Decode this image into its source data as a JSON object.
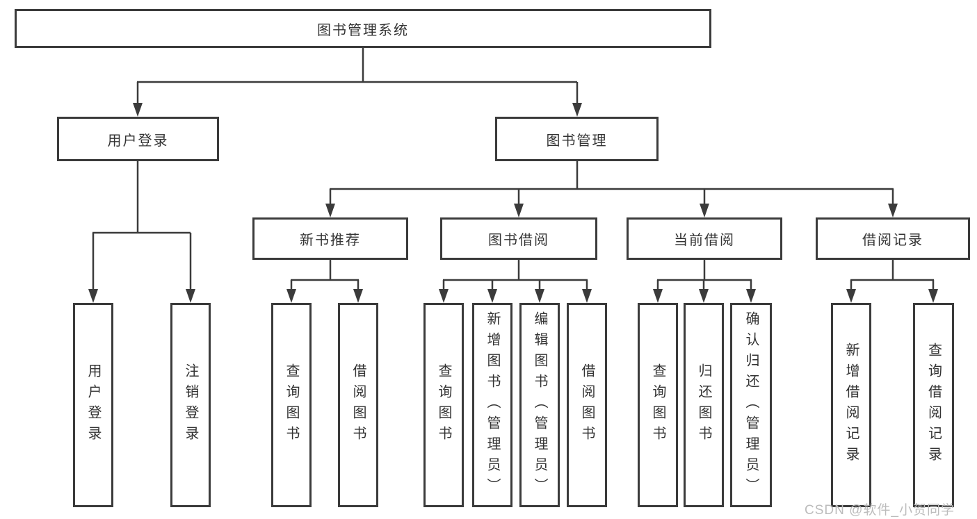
{
  "diagram": {
    "root": {
      "label": "图书管理系统"
    },
    "level2": {
      "user_login": {
        "label": "用户登录"
      },
      "book_mgmt": {
        "label": "图书管理"
      }
    },
    "level3": {
      "new_book": {
        "label": "新书推荐"
      },
      "book_borrow": {
        "label": "图书借阅"
      },
      "current_borrow": {
        "label": "当前借阅"
      },
      "borrow_records": {
        "label": "借阅记录"
      }
    },
    "leaves": {
      "user_login": "用户登录",
      "logout": "注销登录",
      "nb_query": "查询图书",
      "nb_borrow": "借阅图书",
      "bb_query": "查询图书",
      "bb_add": "新增图书（管理员）",
      "bb_edit": "编辑图书（管理员）",
      "bb_borrow": "借阅图书",
      "cb_query": "查询图书",
      "cb_return": "归还图书",
      "cb_confirm": "确认归还（管理员）",
      "br_add": "新增借阅记录",
      "br_query": "查询借阅记录"
    }
  },
  "watermark": "CSDN @软件_小贺同学",
  "colors": {
    "line": "#3b3b3b",
    "text": "#333333",
    "watermark": "#bcbcbc",
    "background": "#ffffff"
  }
}
